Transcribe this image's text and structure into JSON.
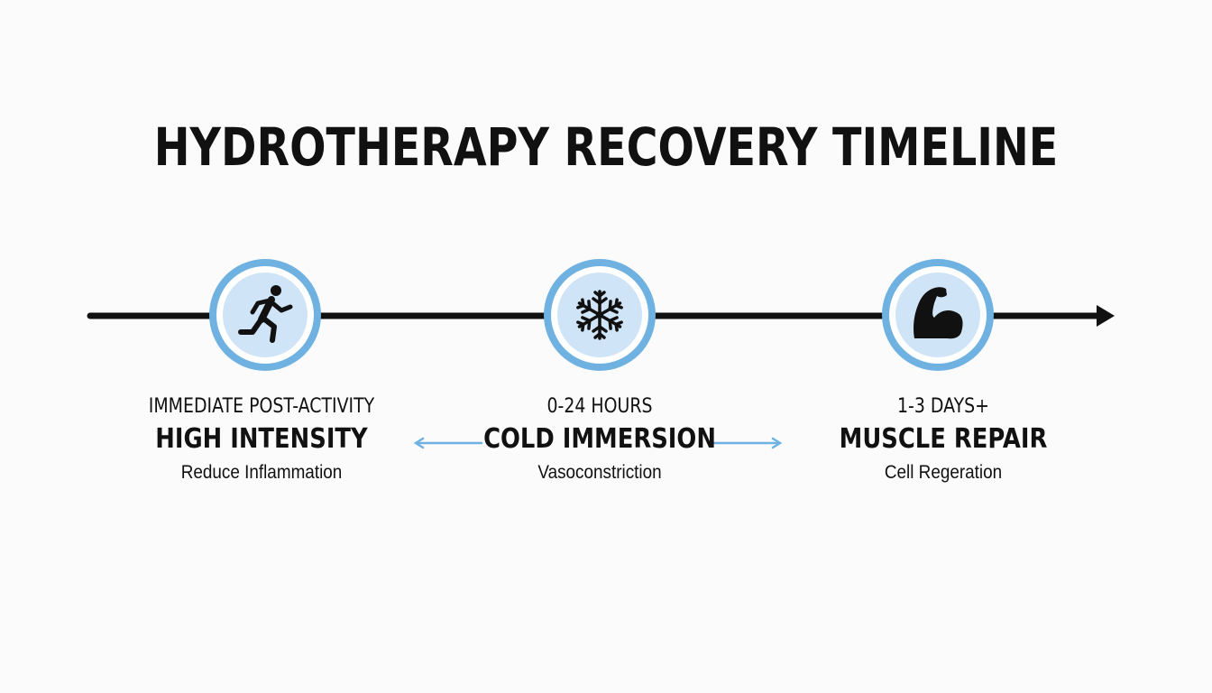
{
  "title": "HYDROTHERAPY RECOVERY TIMELINE",
  "colors": {
    "accent_ring": "#6fb1e0",
    "circle_fill": "#cfe4f6",
    "ring_inner": "#ffffff",
    "line": "#111111",
    "connector": "#6fb1e0"
  },
  "stages": [
    {
      "icon": "running-person-icon",
      "time": "IMMEDIATE POST-ACTIVITY",
      "name": "HIGH INTENSITY",
      "effect": "Reduce Inflammation"
    },
    {
      "icon": "snowflake-icon",
      "time": "0-24 HOURS",
      "name": "COLD IMMERSION",
      "effect": "Vasoconstriction"
    },
    {
      "icon": "flexed-bicep-icon",
      "time": "1-3 DAYS+",
      "name": "MUSCLE REPAIR",
      "effect": "Cell Regeration"
    }
  ]
}
